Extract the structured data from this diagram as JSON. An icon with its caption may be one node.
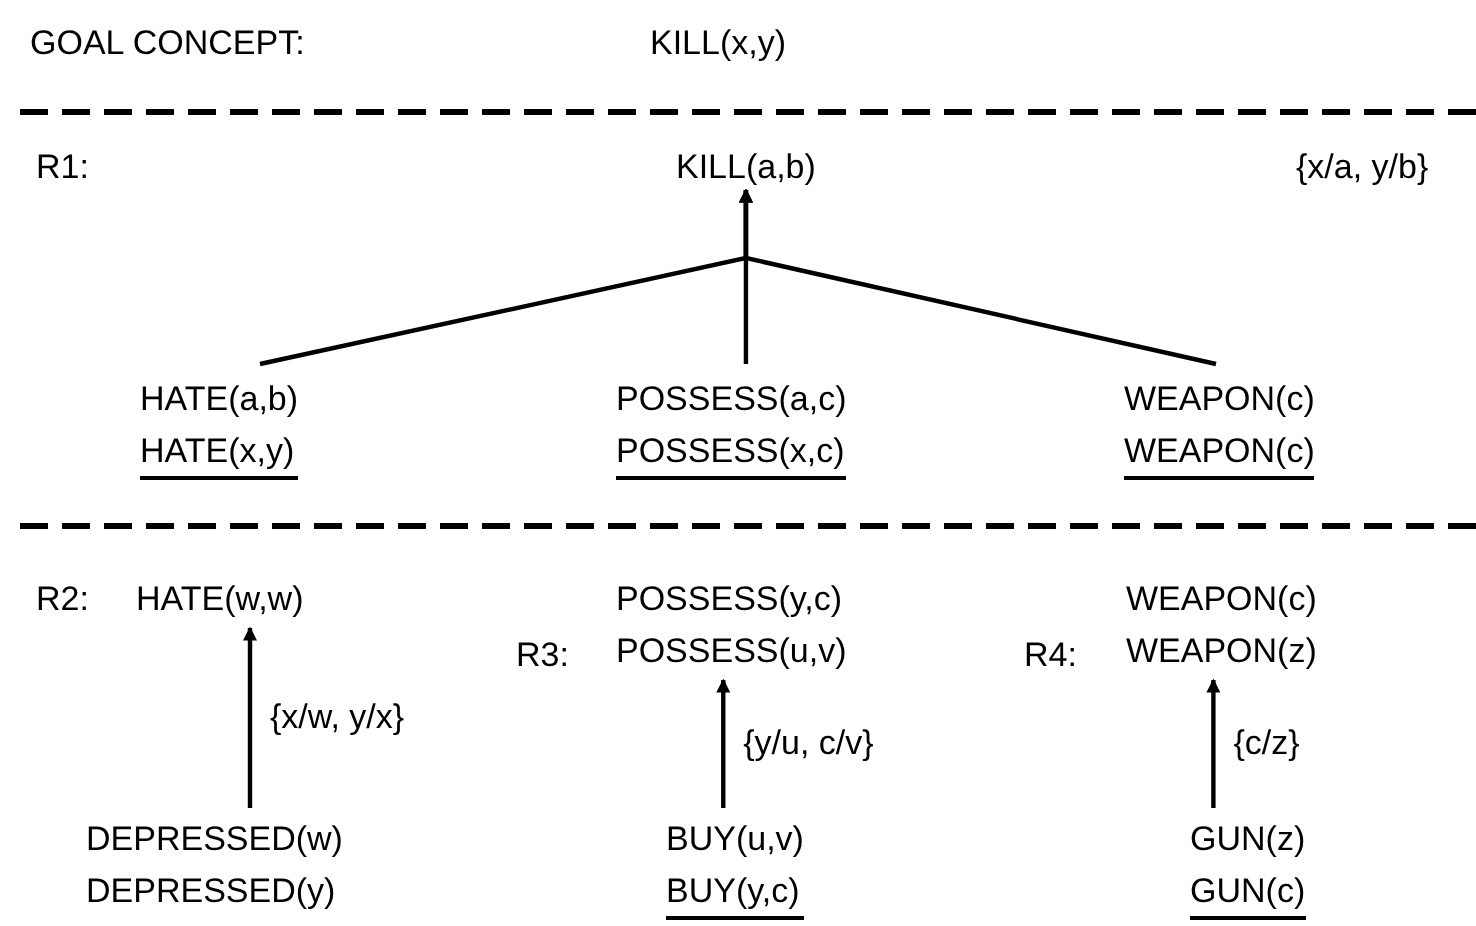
{
  "diagram": {
    "nodes": [
      {
        "text": [
          "KILL(a,b)"
        ]
      },
      {
        "text": [
          "HATE(a,b)",
          "HATE(x,y)"
        ]
      },
      {
        "text": [
          "POSSESS(a,c)",
          "POSSESS(x,c)"
        ]
      },
      {
        "text": [
          "WEAPON(c)",
          "WEAPON(c)"
        ]
      },
      {
        "text": [
          "HATE(w,w)"
        ]
      },
      {
        "text": [
          "DEPRESSED(w)",
          "DEPRESSED(y)"
        ]
      },
      {
        "text": [
          "POSSESS(y,c)",
          "POSSESS(u,v)"
        ]
      },
      {
        "text": [
          "BUY(u,v)",
          "BUY(y,c)"
        ]
      },
      {
        "text": [
          "WEAPON(c)",
          "WEAPON(z)"
        ]
      },
      {
        "text": [
          "GUN(z)",
          "GUN(c)"
        ]
      }
    ],
    "edges": [
      {
        "from": 1,
        "to": 0,
        "arrow": "to"
      },
      {
        "from": 2,
        "to": 0,
        "arrow": "to"
      },
      {
        "from": 3,
        "to": 0,
        "arrow": "to"
      },
      {
        "from": 5,
        "to": 4,
        "arrow": "to",
        "label": "{x/w, y/x}"
      },
      {
        "from": 7,
        "to": 6,
        "arrow": "to",
        "label": "{y/u, c/v}"
      },
      {
        "from": 9,
        "to": 8,
        "arrow": "to",
        "label": "{c/z}"
      }
    ],
    "labels": [
      "GOAL CONCEPT:",
      "KILL(x,y)",
      "R1:",
      "{x/a, y/b}",
      "R2:",
      "R3:",
      "R4:"
    ]
  }
}
